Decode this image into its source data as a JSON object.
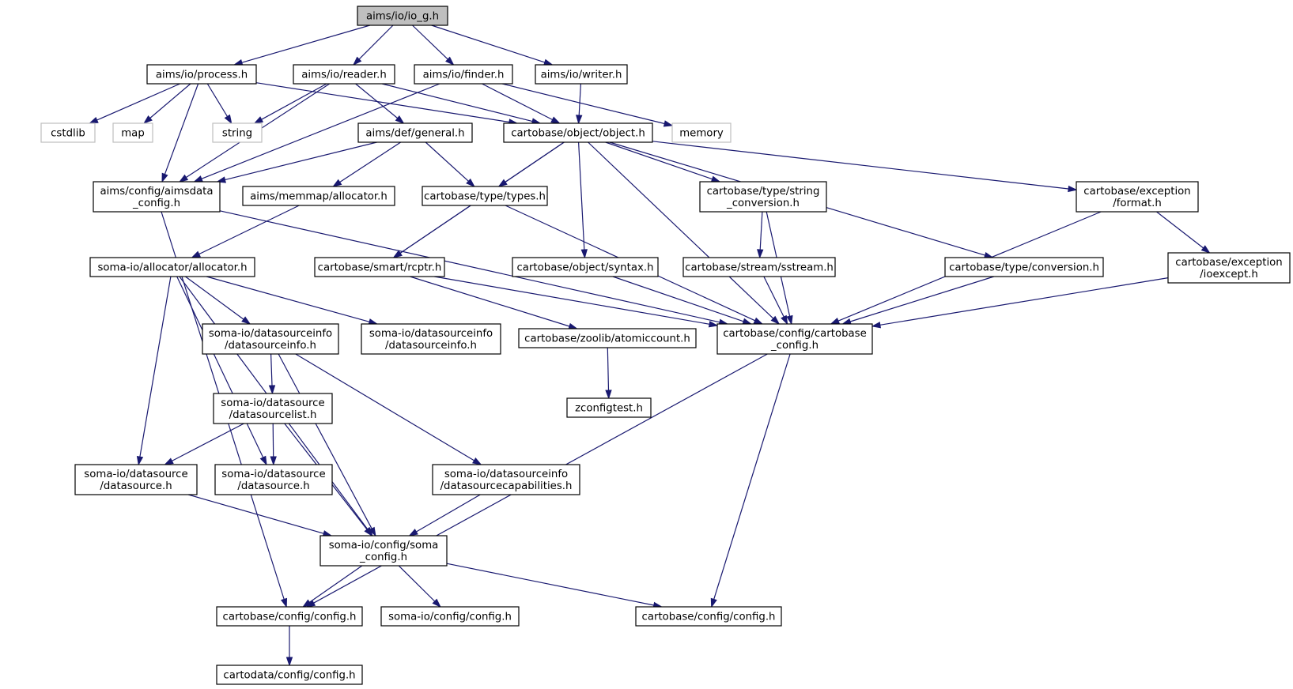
{
  "graph": {
    "nodes": {
      "io_g": {
        "lines": [
          "aims/io/io_g.h"
        ],
        "kind": "root"
      },
      "process": {
        "lines": [
          "aims/io/process.h"
        ]
      },
      "reader": {
        "lines": [
          "aims/io/reader.h"
        ]
      },
      "finder": {
        "lines": [
          "aims/io/finder.h"
        ]
      },
      "writer": {
        "lines": [
          "aims/io/writer.h"
        ]
      },
      "cstdlib": {
        "lines": [
          "cstdlib"
        ],
        "kind": "ext"
      },
      "map": {
        "lines": [
          "map"
        ],
        "kind": "ext"
      },
      "string": {
        "lines": [
          "string"
        ],
        "kind": "ext"
      },
      "general": {
        "lines": [
          "aims/def/general.h"
        ]
      },
      "object": {
        "lines": [
          "cartobase/object/object.h"
        ]
      },
      "memory": {
        "lines": [
          "memory"
        ],
        "kind": "ext"
      },
      "aimsdata_config": {
        "lines": [
          "aims/config/aimsdata",
          "_config.h"
        ]
      },
      "memmap_alloc": {
        "lines": [
          "aims/memmap/allocator.h"
        ]
      },
      "types": {
        "lines": [
          "cartobase/type/types.h"
        ]
      },
      "string_conv": {
        "lines": [
          "cartobase/type/string",
          "_conversion.h"
        ]
      },
      "exc_format": {
        "lines": [
          "cartobase/exception",
          "/format.h"
        ]
      },
      "soma_alloc": {
        "lines": [
          "soma-io/allocator/allocator.h"
        ]
      },
      "rcptr": {
        "lines": [
          "cartobase/smart/rcptr.h"
        ]
      },
      "syntax": {
        "lines": [
          "cartobase/object/syntax.h"
        ]
      },
      "sstream": {
        "lines": [
          "cartobase/stream/sstream.h"
        ]
      },
      "type_conv": {
        "lines": [
          "cartobase/type/conversion.h"
        ]
      },
      "ioexcept": {
        "lines": [
          "cartobase/exception",
          "/ioexcept.h"
        ]
      },
      "dsinfo1": {
        "lines": [
          "soma-io/datasourceinfo",
          "/datasourceinfo.h"
        ]
      },
      "dsinfo2": {
        "lines": [
          "soma-io/datasourceinfo",
          "/datasourceinfo.h"
        ]
      },
      "atomiccount": {
        "lines": [
          "cartobase/zoolib/atomiccount.h"
        ]
      },
      "cb_config": {
        "lines": [
          "cartobase/config/cartobase",
          "_config.h"
        ]
      },
      "zconfigtest": {
        "lines": [
          "zconfigtest.h"
        ]
      },
      "dslist": {
        "lines": [
          "soma-io/datasource",
          "/datasourcelist.h"
        ]
      },
      "ds1": {
        "lines": [
          "soma-io/datasource",
          "/datasource.h"
        ]
      },
      "ds2": {
        "lines": [
          "soma-io/datasource",
          "/datasource.h"
        ]
      },
      "dscap": {
        "lines": [
          "soma-io/datasourceinfo",
          "/datasourcecapabilities.h"
        ]
      },
      "soma_config": {
        "lines": [
          "soma-io/config/soma",
          "_config.h"
        ]
      },
      "cb_cfg1": {
        "lines": [
          "cartobase/config/config.h"
        ]
      },
      "somaio_cfg": {
        "lines": [
          "soma-io/config/config.h"
        ]
      },
      "cb_cfg2": {
        "lines": [
          "cartobase/config/config.h"
        ]
      },
      "cartodata_cfg": {
        "lines": [
          "cartodata/config/config.h"
        ]
      }
    },
    "edges": [
      [
        "io_g",
        "process"
      ],
      [
        "io_g",
        "reader"
      ],
      [
        "io_g",
        "finder"
      ],
      [
        "io_g",
        "writer"
      ],
      [
        "process",
        "cstdlib"
      ],
      [
        "process",
        "map"
      ],
      [
        "process",
        "string"
      ],
      [
        "process",
        "object"
      ],
      [
        "process",
        "aimsdata_config"
      ],
      [
        "reader",
        "string"
      ],
      [
        "reader",
        "general"
      ],
      [
        "reader",
        "object"
      ],
      [
        "reader",
        "aimsdata_config"
      ],
      [
        "finder",
        "object"
      ],
      [
        "finder",
        "memory"
      ],
      [
        "finder",
        "aimsdata_config"
      ],
      [
        "writer",
        "object"
      ],
      [
        "general",
        "aimsdata_config"
      ],
      [
        "general",
        "memmap_alloc"
      ],
      [
        "general",
        "types"
      ],
      [
        "object",
        "types"
      ],
      [
        "object",
        "rcptr"
      ],
      [
        "object",
        "syntax"
      ],
      [
        "object",
        "string_conv"
      ],
      [
        "object",
        "type_conv"
      ],
      [
        "object",
        "exc_format"
      ],
      [
        "object",
        "cb_config"
      ],
      [
        "aimsdata_config",
        "cb_config"
      ],
      [
        "aimsdata_config",
        "cb_cfg1"
      ],
      [
        "memmap_alloc",
        "soma_alloc"
      ],
      [
        "types",
        "rcptr"
      ],
      [
        "types",
        "cb_config"
      ],
      [
        "string_conv",
        "sstream"
      ],
      [
        "string_conv",
        "cb_config"
      ],
      [
        "exc_format",
        "ioexcept"
      ],
      [
        "exc_format",
        "cb_config"
      ],
      [
        "soma_alloc",
        "dsinfo1"
      ],
      [
        "soma_alloc",
        "dsinfo2"
      ],
      [
        "soma_alloc",
        "ds1"
      ],
      [
        "soma_alloc",
        "ds2"
      ],
      [
        "soma_alloc",
        "soma_config"
      ],
      [
        "rcptr",
        "atomiccount"
      ],
      [
        "rcptr",
        "cb_config"
      ],
      [
        "syntax",
        "cb_config"
      ],
      [
        "sstream",
        "cb_config"
      ],
      [
        "type_conv",
        "cb_config"
      ],
      [
        "ioexcept",
        "cb_config"
      ],
      [
        "dsinfo1",
        "dslist"
      ],
      [
        "dsinfo1",
        "dscap"
      ],
      [
        "dsinfo1",
        "soma_config"
      ],
      [
        "atomiccount",
        "zconfigtest"
      ],
      [
        "cb_config",
        "cb_cfg1"
      ],
      [
        "cb_config",
        "cb_cfg2"
      ],
      [
        "dslist",
        "ds1"
      ],
      [
        "dslist",
        "ds2"
      ],
      [
        "dslist",
        "soma_config"
      ],
      [
        "ds1",
        "soma_config"
      ],
      [
        "dscap",
        "soma_config"
      ],
      [
        "soma_config",
        "cb_cfg1"
      ],
      [
        "soma_config",
        "somaio_cfg"
      ],
      [
        "soma_config",
        "cb_cfg2"
      ],
      [
        "cb_cfg1",
        "cartodata_cfg"
      ]
    ]
  }
}
